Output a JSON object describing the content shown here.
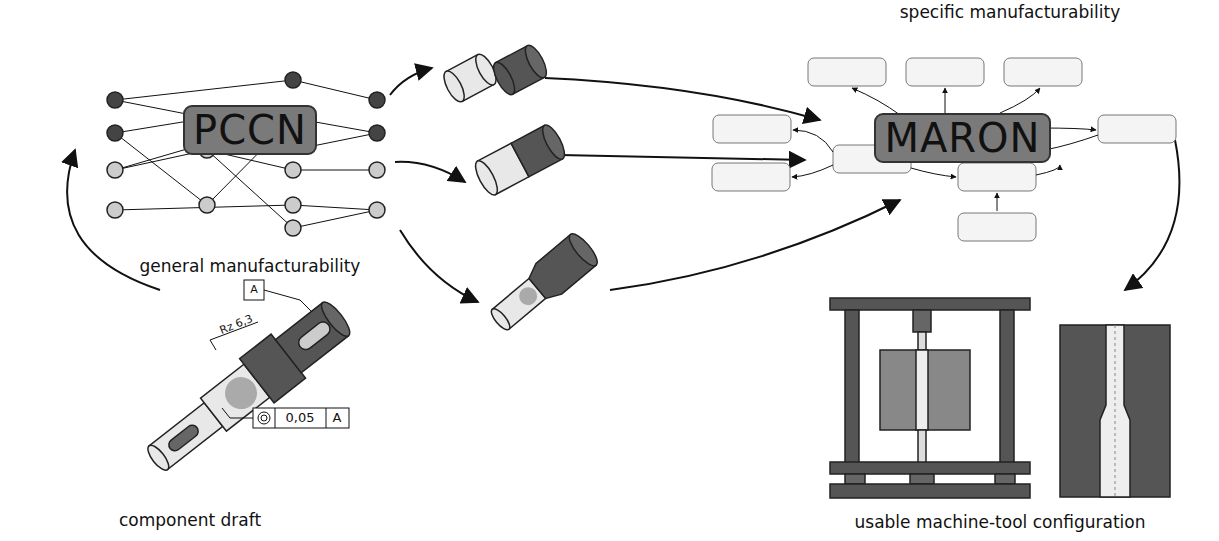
{
  "diagram": {
    "nodes": [
      {
        "text": [
          "PCCN"
        ]
      },
      {
        "text": [
          "MARON"
        ]
      }
    ],
    "labels": [
      "specific manufacturability",
      "general manufacturability",
      "component draft",
      "usable machine-tool configuration",
      "A",
      "Rz 6,3",
      "0,05",
      "A"
    ]
  }
}
